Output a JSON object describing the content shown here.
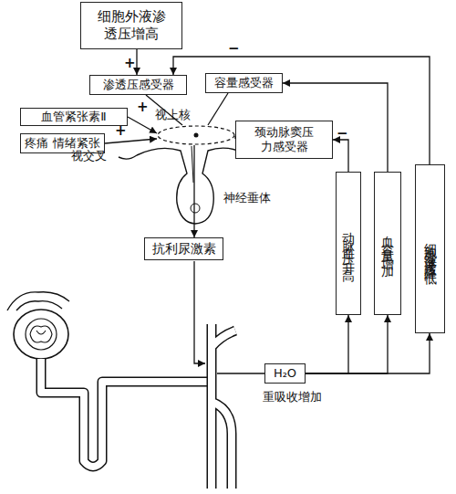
{
  "diagram": {
    "nodes": [
      {
        "text": [
          "细胞外液渗透压增高"
        ]
      },
      {
        "text": [
          "渗透压感受器"
        ]
      },
      {
        "text": [
          "容量感受器"
        ]
      },
      {
        "text": [
          "血管紧张素Ⅱ"
        ]
      },
      {
        "text": [
          "疼痛 情绪紧张"
        ]
      },
      {
        "text": [
          "颈动脉窦压力感受器"
        ]
      },
      {
        "text": [
          "神经垂体"
        ]
      },
      {
        "text": [
          "抗利尿激素"
        ]
      },
      {
        "text": [
          "动脉血压升高"
        ]
      },
      {
        "text": [
          "血容量增加"
        ]
      },
      {
        "text": [
          "细胞外液渗透压降低"
        ]
      },
      {
        "text": [
          "H₂O"
        ]
      }
    ],
    "edges": [
      {
        "from": 0,
        "to": 1,
        "arrow": "to",
        "label": "+"
      },
      {
        "from": 1,
        "to": 6,
        "arrow": "none"
      },
      {
        "from": 2,
        "to": 6,
        "arrow": "none"
      },
      {
        "from": 3,
        "to": 6,
        "arrow": "to",
        "label": "+"
      },
      {
        "from": 4,
        "to": 6,
        "arrow": "to",
        "label": "+"
      },
      {
        "from": 5,
        "to": 6,
        "arrow": "none"
      },
      {
        "from": 6,
        "to": 7,
        "arrow": "to"
      },
      {
        "from": 11,
        "to": 8,
        "arrow": "to"
      },
      {
        "from": 11,
        "to": 9,
        "arrow": "to"
      },
      {
        "from": 11,
        "to": 10,
        "arrow": "to"
      },
      {
        "from": 8,
        "to": 5,
        "arrow": "to",
        "label": "−"
      },
      {
        "from": 9,
        "to": 2,
        "arrow": "to"
      },
      {
        "from": 10,
        "to": 1,
        "arrow": "to",
        "label": "−"
      }
    ],
    "labels": [
      "视上核",
      "视交叉",
      "重吸收增加"
    ]
  }
}
